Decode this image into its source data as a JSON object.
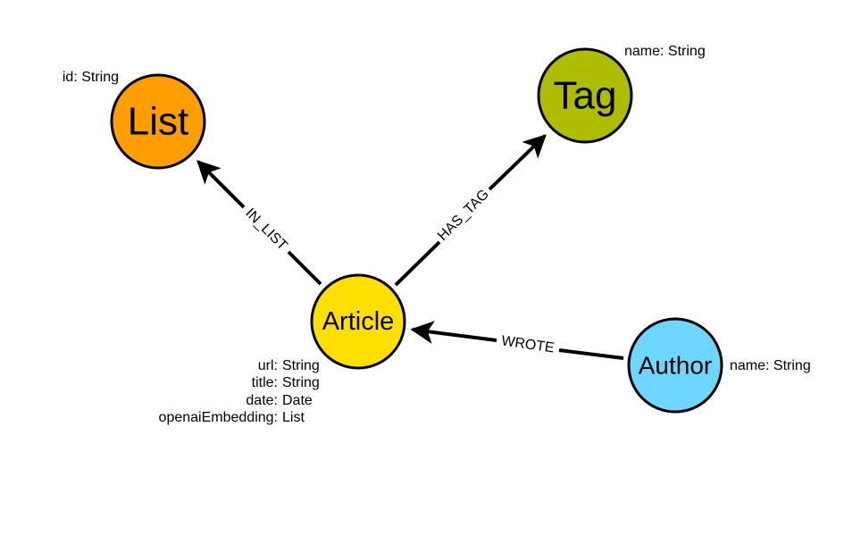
{
  "nodes": {
    "list": {
      "label": "List",
      "color": "#ff9e00",
      "properties": [
        {
          "key": "id",
          "type": "String"
        }
      ]
    },
    "tag": {
      "label": "Tag",
      "color": "#aebc02",
      "properties": [
        {
          "key": "name",
          "type": "String"
        }
      ]
    },
    "article": {
      "label": "Article",
      "color": "#ffdf00",
      "properties": [
        {
          "key": "url",
          "type": "String"
        },
        {
          "key": "title",
          "type": "String"
        },
        {
          "key": "date",
          "type": "Date"
        },
        {
          "key": "openaiEmbedding",
          "type": "List"
        }
      ]
    },
    "author": {
      "label": "Author",
      "color": "#6fd7ff",
      "properties": [
        {
          "key": "name",
          "type": "String"
        }
      ]
    }
  },
  "edges": {
    "in_list": {
      "label": "IN_LIST",
      "from": "Article",
      "to": "List"
    },
    "has_tag": {
      "label": "HAS_TAG",
      "from": "Article",
      "to": "Tag"
    },
    "wrote": {
      "label": "WROTE",
      "from": "Author",
      "to": "Article"
    }
  }
}
